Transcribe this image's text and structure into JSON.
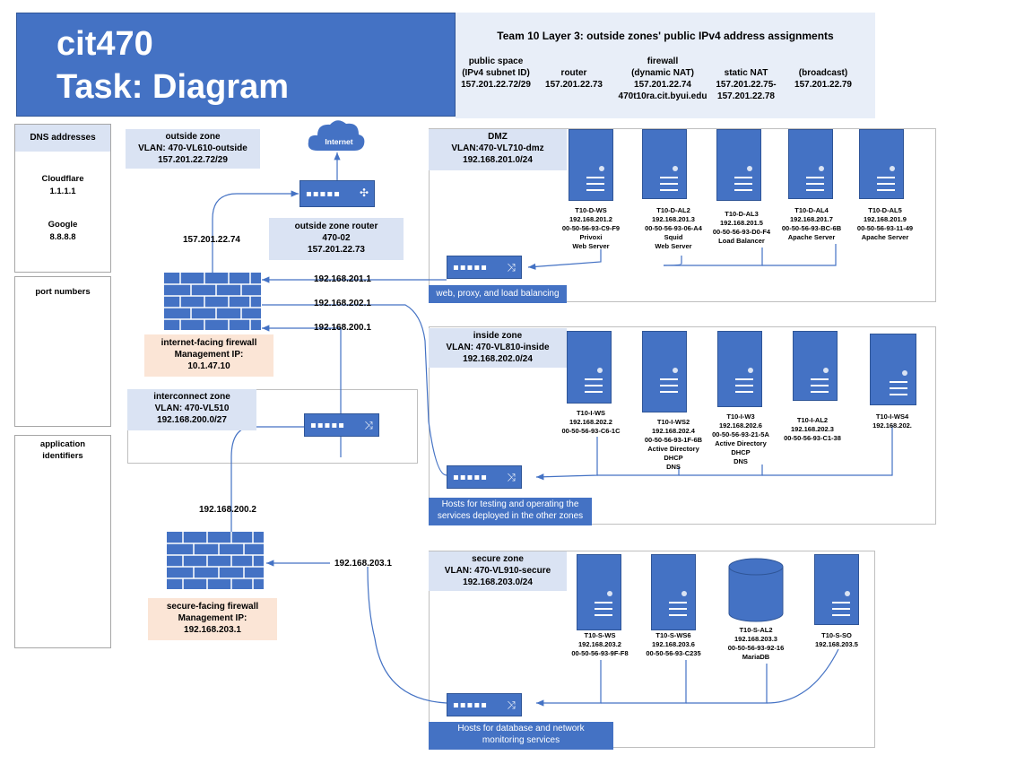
{
  "title": {
    "line1": "cit470",
    "line2": "Task: Diagram"
  },
  "header": {
    "title": "Team 10 Layer 3: outside zones' public IPv4 address assignments",
    "cols": [
      {
        "l1": "public space",
        "l2": "(IPv4 subnet ID)",
        "l3": "157.201.22.72/29",
        "l4": ""
      },
      {
        "l1": "",
        "l2": "router",
        "l3": "157.201.22.73",
        "l4": ""
      },
      {
        "l1": "firewall",
        "l2": "(dynamic NAT)",
        "l3": "157.201.22.74",
        "l4": "470t10ra.cit.byui.edu"
      },
      {
        "l1": "",
        "l2": "static NAT",
        "l3": "157.201.22.75-",
        "l4": "157.201.22.78"
      },
      {
        "l1": "",
        "l2": "(broadcast)",
        "l3": "157.201.22.79",
        "l4": ""
      }
    ]
  },
  "left": {
    "dns_title": "DNS addresses",
    "cloudflare": "Cloudflare",
    "cloudflare_ip": "1.1.1.1",
    "google": "Google",
    "google_ip": "8.8.8.8",
    "ports_title": "port numbers",
    "app_title1": "application",
    "app_title2": "identifiers"
  },
  "outside": {
    "l1": "outside zone",
    "l2": "VLAN: 470-VL610-outside",
    "l3": "157.201.22.72/29",
    "internet": "Internet",
    "router_l1": "outside zone router",
    "router_l2": "470-02",
    "router_l3": "157.201.22.73",
    "fw_public_ip": "157.201.22.74"
  },
  "fw1": {
    "l1": "internet-facing firewall",
    "l2": "Management IP:",
    "l3": "10.1.47.10",
    "ip_dmz": "192.168.201.1",
    "ip_inside": "192.168.202.1",
    "ip_inter": "192.168.200.1"
  },
  "interconnect": {
    "l1": "interconnect zone",
    "l2": "VLAN: 470-VL510",
    "l3": "192.168.200.0/27",
    "fw2_ip": "192.168.200.2"
  },
  "fw2": {
    "l1": "secure-facing firewall",
    "l2": "Management IP:",
    "l3": "192.168.203.1",
    "ip_secure": "192.168.203.1"
  },
  "dmz": {
    "l1": "DMZ",
    "l2": "VLAN:470-VL710-dmz",
    "l3": "192.168.201.0/24",
    "caption": "web, proxy, and load balancing",
    "servers": [
      {
        "lines": [
          "T10-D-WS",
          "192.168.201.2",
          "00-50-56-93-C9-F9",
          "Privoxi",
          "Web Server"
        ]
      },
      {
        "lines": [
          "T10-D-AL2",
          "192.168.201.3",
          "00-50-56-93-06-A4",
          "Squid",
          "Web Server"
        ]
      },
      {
        "lines": [
          "T10-D-AL3",
          "192.168.201.5",
          "00-50-56-93-D0-F4",
          "Load Balancer"
        ]
      },
      {
        "lines": [
          "T10-D-AL4",
          "192.168.201.7",
          "00-50-56-93-BC-6B",
          "Apache Server"
        ]
      },
      {
        "lines": [
          "T10-D-AL5",
          "192.168.201.9",
          "00-50-56-93-11-49",
          "Apache Server"
        ]
      }
    ]
  },
  "inside": {
    "l1": "inside zone",
    "l2": "VLAN: 470-VL810-inside",
    "l3": "192.168.202.0/24",
    "caption1": "Hosts for testing and operating the",
    "caption2": "services deployed in the other zones",
    "servers": [
      {
        "lines": [
          "T10-I-WS",
          "192.168.202.2",
          "00-50-56-93-C6-1C"
        ]
      },
      {
        "lines": [
          "T10-I-WS2",
          "192.168.202.4",
          "00-50-56-93-1F-6B",
          "Active Directory",
          "DHCP",
          "DNS"
        ]
      },
      {
        "lines": [
          "T10-I-W3",
          "192.168.202.6",
          "00-50-56-93-21-5A",
          "Active Directory",
          "DHCP",
          "DNS"
        ]
      },
      {
        "lines": [
          "T10-I-AL2",
          "192.168.202.3",
          "00-50-56-93-C1-38"
        ]
      },
      {
        "lines": [
          "T10-I-WS4",
          "192.168.202."
        ]
      }
    ]
  },
  "secure": {
    "l1": "secure zone",
    "l2": "VLAN: 470-VL910-secure",
    "l3": "192.168.203.0/24",
    "caption1": "Hosts for database and network",
    "caption2": "monitoring services",
    "servers": [
      {
        "lines": [
          "T10-S-WS",
          "192.168.203.2",
          "00-50-56-93-9F-F8"
        ]
      },
      {
        "lines": [
          "T10-S-WS6",
          "192.168.203.6",
          "00-50-56-93-C235"
        ]
      },
      {
        "lines": [
          "T10-S-AL2",
          "192.168.203.3",
          "00-50-56-93-92-16",
          "MariaDB"
        ]
      },
      {
        "lines": [
          "T10-S-SO",
          "192.168.203.5"
        ]
      }
    ]
  },
  "colors": {
    "blue": "#4472c4",
    "light_blue": "#dae3f3",
    "peach": "#fbe5d6",
    "line": "#2f5597"
  }
}
